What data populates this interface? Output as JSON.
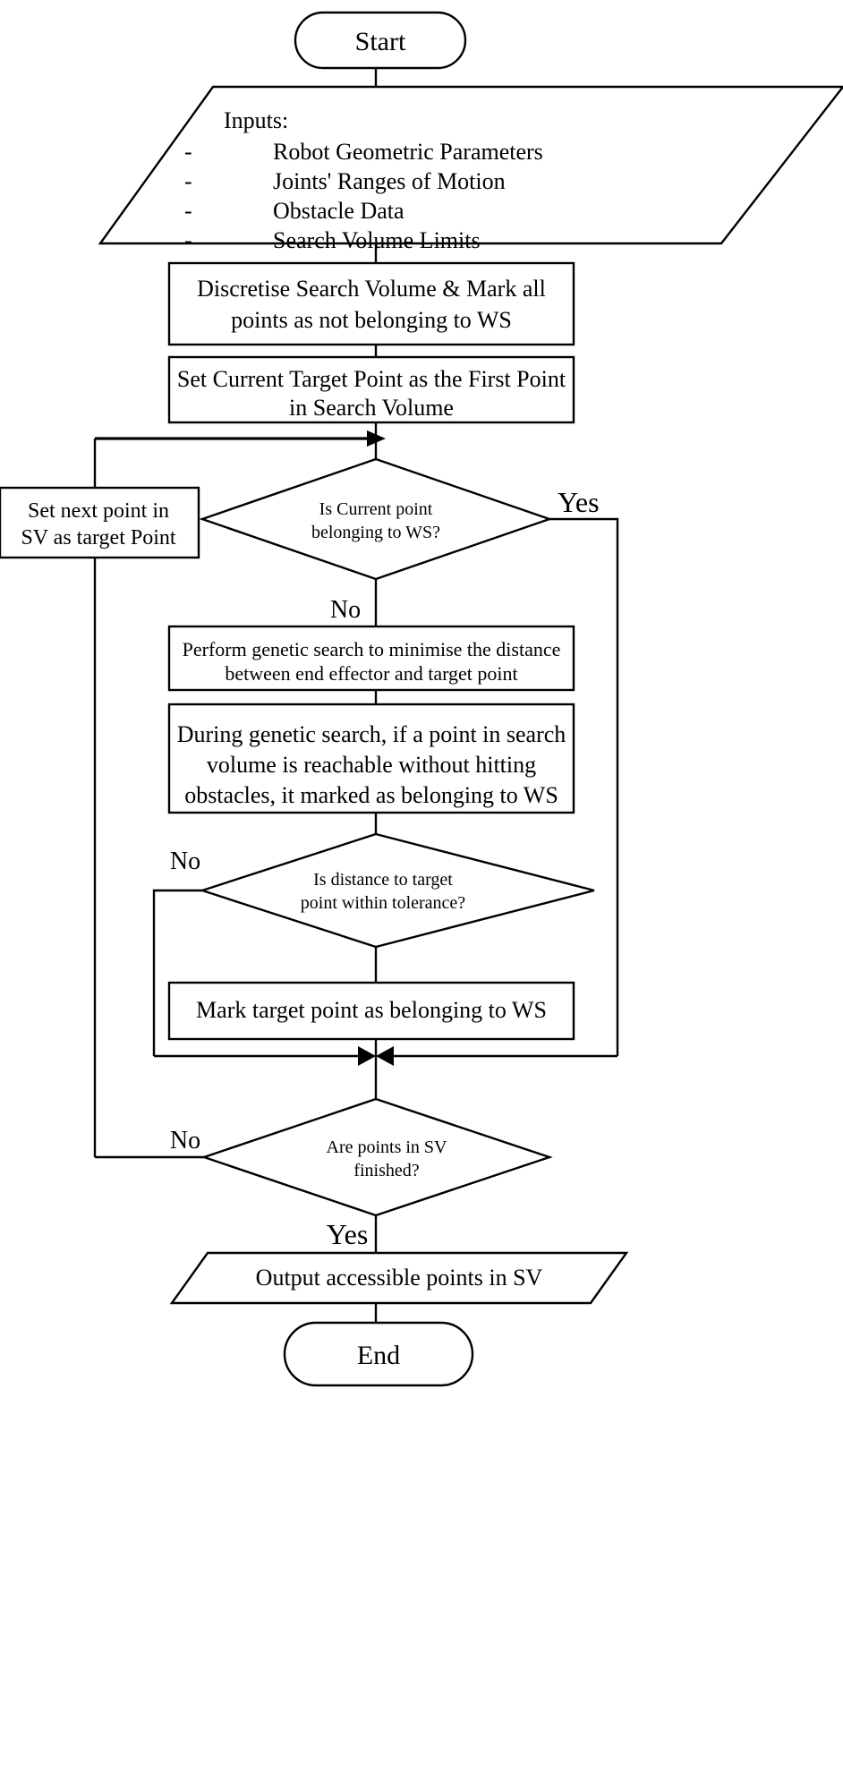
{
  "diagram": {
    "title": "Workspace determination flowchart",
    "colors": {
      "stroke": "#000000",
      "fill": "#ffffff",
      "text": "#000000"
    },
    "nodes": {
      "start": {
        "label": "Start",
        "shape": "terminator"
      },
      "inputs": {
        "shape": "parallelogram",
        "heading": "Inputs:",
        "bullet": "-",
        "items": [
          "Robot Geometric Parameters",
          "Joints' Ranges of Motion",
          "Obstacle Data",
          "Search Volume Limits"
        ]
      },
      "discretise": {
        "shape": "process",
        "line1": "Discretise Search Volume & Mark all",
        "line2": "points as not belonging to WS"
      },
      "set_current": {
        "shape": "process",
        "line1": "Set Current Target Point as the First Point",
        "line2": "in Search Volume"
      },
      "set_next": {
        "shape": "process",
        "line1": "Set next point in",
        "line2": "SV as target Point"
      },
      "decision_in_ws": {
        "shape": "decision",
        "line1": "Is Current point",
        "line2": "belonging to WS?",
        "yes_label": "Yes",
        "no_label": "No"
      },
      "genetic_search": {
        "shape": "process",
        "line1": "Perform genetic search to minimise the distance",
        "line2": "between end effector and target point"
      },
      "during_search": {
        "shape": "process",
        "line1": "During genetic search, if a point in search",
        "line2": "volume is reachable without hitting",
        "line3": "obstacles, it marked as belonging to WS"
      },
      "decision_tolerance": {
        "shape": "decision",
        "line1": "Is distance to target",
        "line2": "point within tolerance?",
        "no_label": "No"
      },
      "mark_target": {
        "shape": "process",
        "line1": "Mark target point as belonging to WS"
      },
      "decision_finished": {
        "shape": "decision",
        "line1": "Are points in SV",
        "line2": "finished?",
        "no_label": "No",
        "yes_label": "Yes"
      },
      "output": {
        "shape": "parallelogram",
        "label": "Output accessible points in SV"
      },
      "end": {
        "label": "End",
        "shape": "terminator"
      }
    }
  }
}
